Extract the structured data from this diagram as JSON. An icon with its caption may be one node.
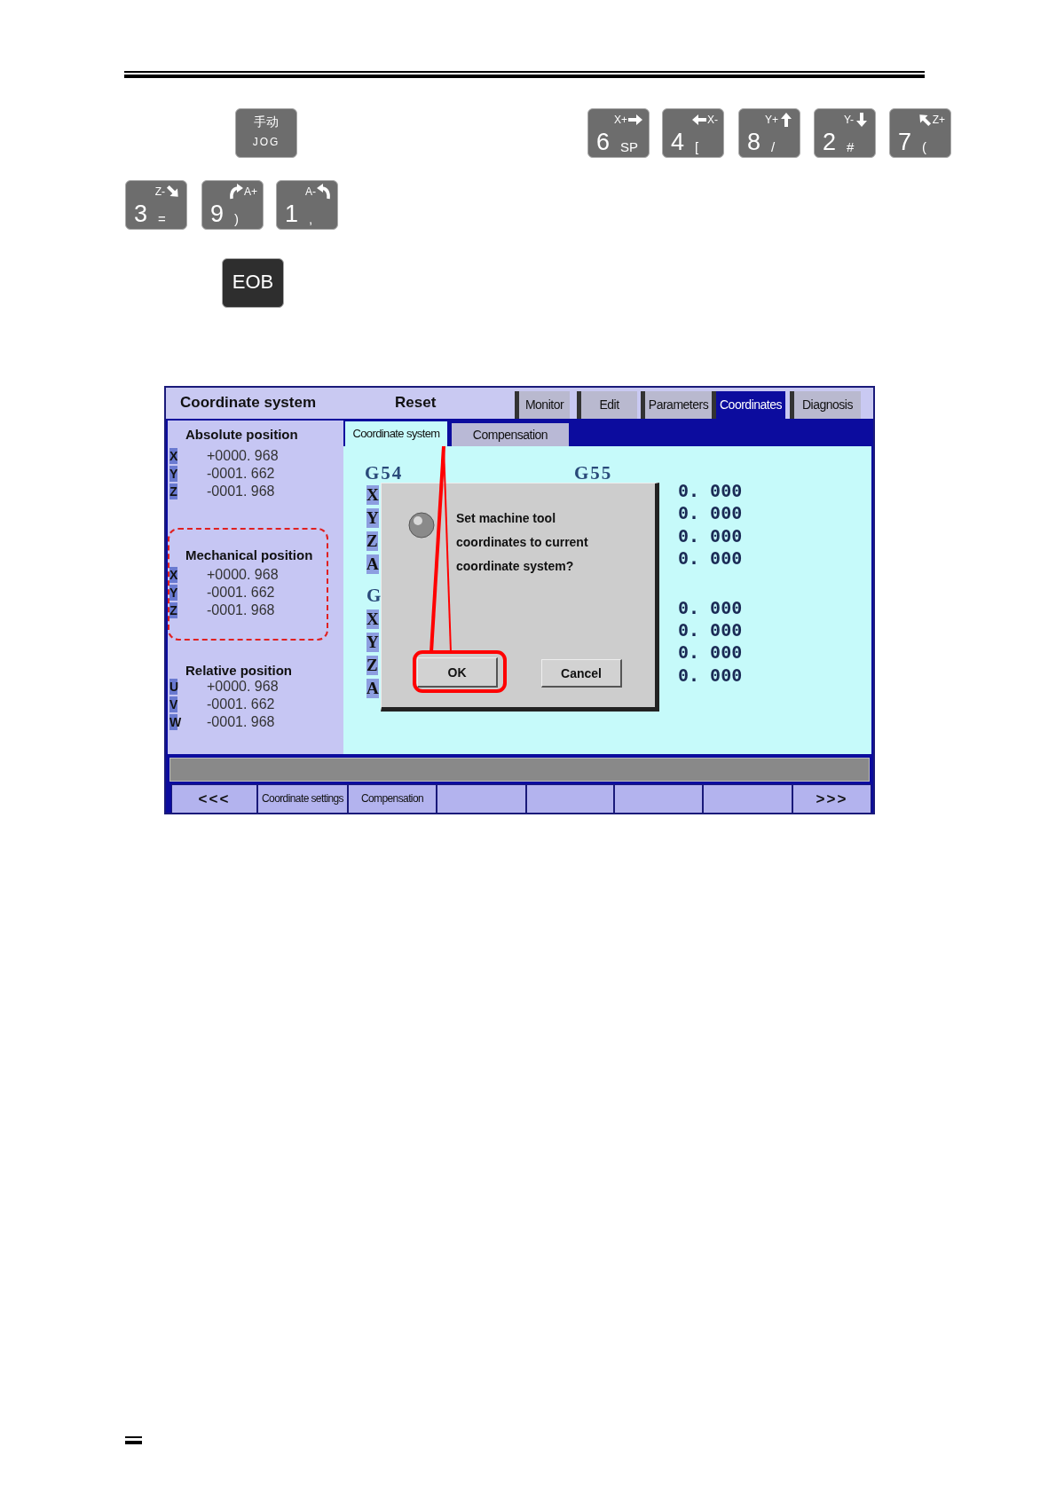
{
  "diagram": {
    "nodes": [
      {
        "text": [
          "手动",
          "JOG"
        ]
      },
      {
        "text": [
          "X+",
          "6",
          "SP"
        ]
      },
      {
        "text": [
          "X-",
          "4",
          "["
        ]
      },
      {
        "text": [
          "Y+",
          "8",
          "/"
        ]
      },
      {
        "text": [
          "Y-",
          "2",
          "#"
        ]
      },
      {
        "text": [
          "Z+",
          "7",
          "("
        ]
      },
      {
        "text": [
          "Z-",
          "3",
          "="
        ]
      },
      {
        "text": [
          "A+",
          "9",
          ")"
        ]
      },
      {
        "text": [
          "A-",
          "1",
          ","
        ]
      },
      {
        "text": [
          "EOB"
        ]
      },
      {
        "text": [
          "Coordinate system",
          "Reset"
        ]
      },
      {
        "text": [
          "Monitor"
        ],
        "in": 10
      },
      {
        "text": [
          "Edit"
        ],
        "in": 10
      },
      {
        "text": [
          "Parameters"
        ],
        "in": 10
      },
      {
        "text": [
          "Coordinates"
        ],
        "in": 10
      },
      {
        "text": [
          "Diagnosis"
        ],
        "in": 10
      },
      {
        "text": [
          "Coordinate system"
        ],
        "in": 10
      },
      {
        "text": [
          "Compensation"
        ],
        "in": 10
      },
      {
        "text": [
          "Mechanical position",
          "X",
          "+0000. 968",
          "Y",
          "-0001. 662",
          "Z",
          "-0001. 968"
        ],
        "in": 10
      },
      {
        "text": [
          "Set machine tool coordinates to current coordinate system?"
        ],
        "in": 10
      },
      {
        "text": [
          "OK"
        ],
        "in": 19
      },
      {
        "text": [
          "Cancel"
        ],
        "in": 19
      },
      {
        "text": [
          "<<<"
        ],
        "in": 10
      },
      {
        "text": [
          "Coordinate settings"
        ],
        "in": 10
      },
      {
        "text": [
          "Compensation"
        ],
        "in": 10
      },
      {
        "text": [],
        "shape": "box",
        "in": 10
      },
      {
        "text": [],
        "shape": "box",
        "in": 10
      },
      {
        "text": [],
        "shape": "box",
        "in": 10
      },
      {
        "text": [],
        "shape": "box",
        "in": 10
      },
      {
        "text": [
          ">>>"
        ],
        "in": 10
      },
      {
        "text": [],
        "shape": "bar",
        "in": 10
      }
    ],
    "edges": [
      {
        "from": 20,
        "to": 16,
        "arrow": "none",
        "color": "#ff0000"
      }
    ],
    "labels": [
      "Absolute position",
      "X",
      "+0000. 968",
      "Y",
      "-0001. 662",
      "Z",
      "-0001. 968",
      "Relative position",
      "U",
      "+0000. 968",
      "V",
      "-0001. 662",
      "W",
      "-0001. 968",
      "G54",
      "G55",
      "X",
      "Y",
      "Z",
      "A",
      "G",
      "X",
      "Y",
      "Z",
      "A",
      "0. 000",
      "0. 000",
      "0. 000",
      "0. 000",
      "0. 000",
      "0. 000",
      "0. 000",
      "0. 000"
    ]
  }
}
